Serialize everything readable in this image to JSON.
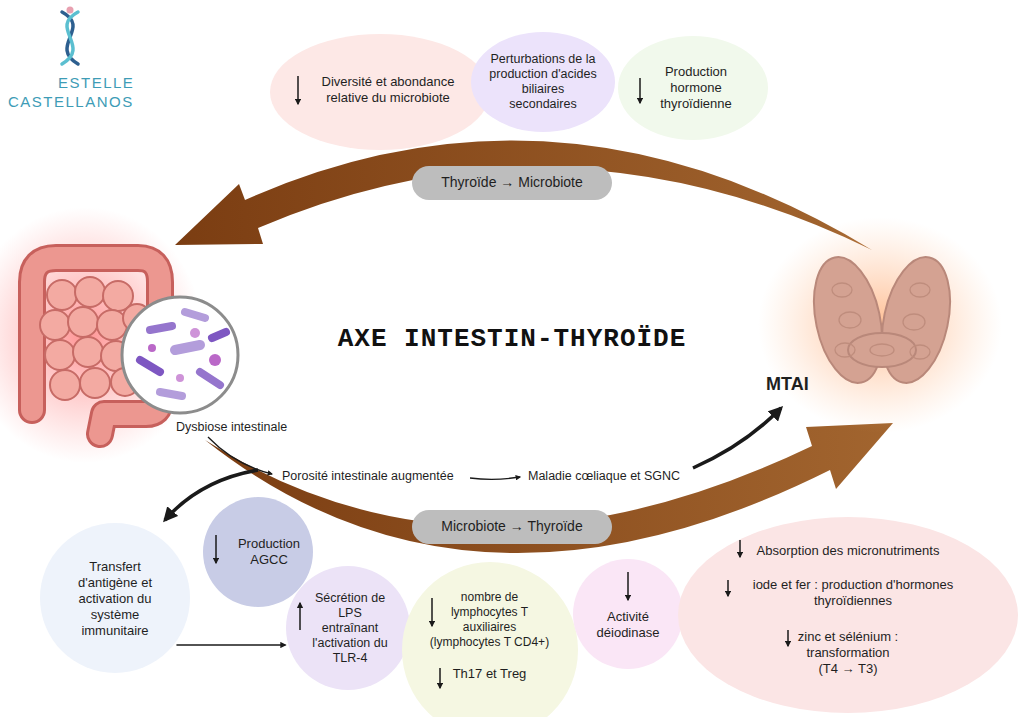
{
  "diagram": {
    "title": "AXE INTESTIN-THYROÏDE",
    "nodes": [
      {
        "text": [
          "Diversité et abondance relative du microbiote"
        ]
      },
      {
        "text": [
          "Perturbations de la production d'acides biliaires secondaires"
        ]
      },
      {
        "text": [
          "Production hormone thyroïdienne"
        ]
      },
      {
        "text": [
          "Thyroïde → Microbiote"
        ]
      },
      {
        "text": [
          "Microbiote → Thyroïde"
        ]
      },
      {
        "text": [
          "Transfert d'antigène et activation du système immunitaire"
        ]
      },
      {
        "text": [
          "Production AGCC"
        ]
      },
      {
        "text": [
          "Sécrétion de LPS entraînant l'activation du TLR-4"
        ]
      },
      {
        "text": [
          "nombre de lymphocytes T auxiliaires (lymphocytes T CD4+)",
          "Th17 et Treg"
        ]
      },
      {
        "text": [
          "Activité déiodinase"
        ]
      },
      {
        "text": [
          "Absorption des micronutriments",
          "iode et fer : production d'hormones thyroïdiennes",
          "zinc et sélénium : transformation (T4 → T3)"
        ]
      }
    ],
    "edges": [
      {
        "from": 5,
        "to": 7,
        "arrow": "to"
      }
    ],
    "labels": [
      "ESTELLE",
      "CASTELLANOS",
      "Dysbiose intestinale",
      "Porosité intestinale augmentée",
      "Maladie cœliaque et SGNC",
      "MTAI"
    ]
  }
}
